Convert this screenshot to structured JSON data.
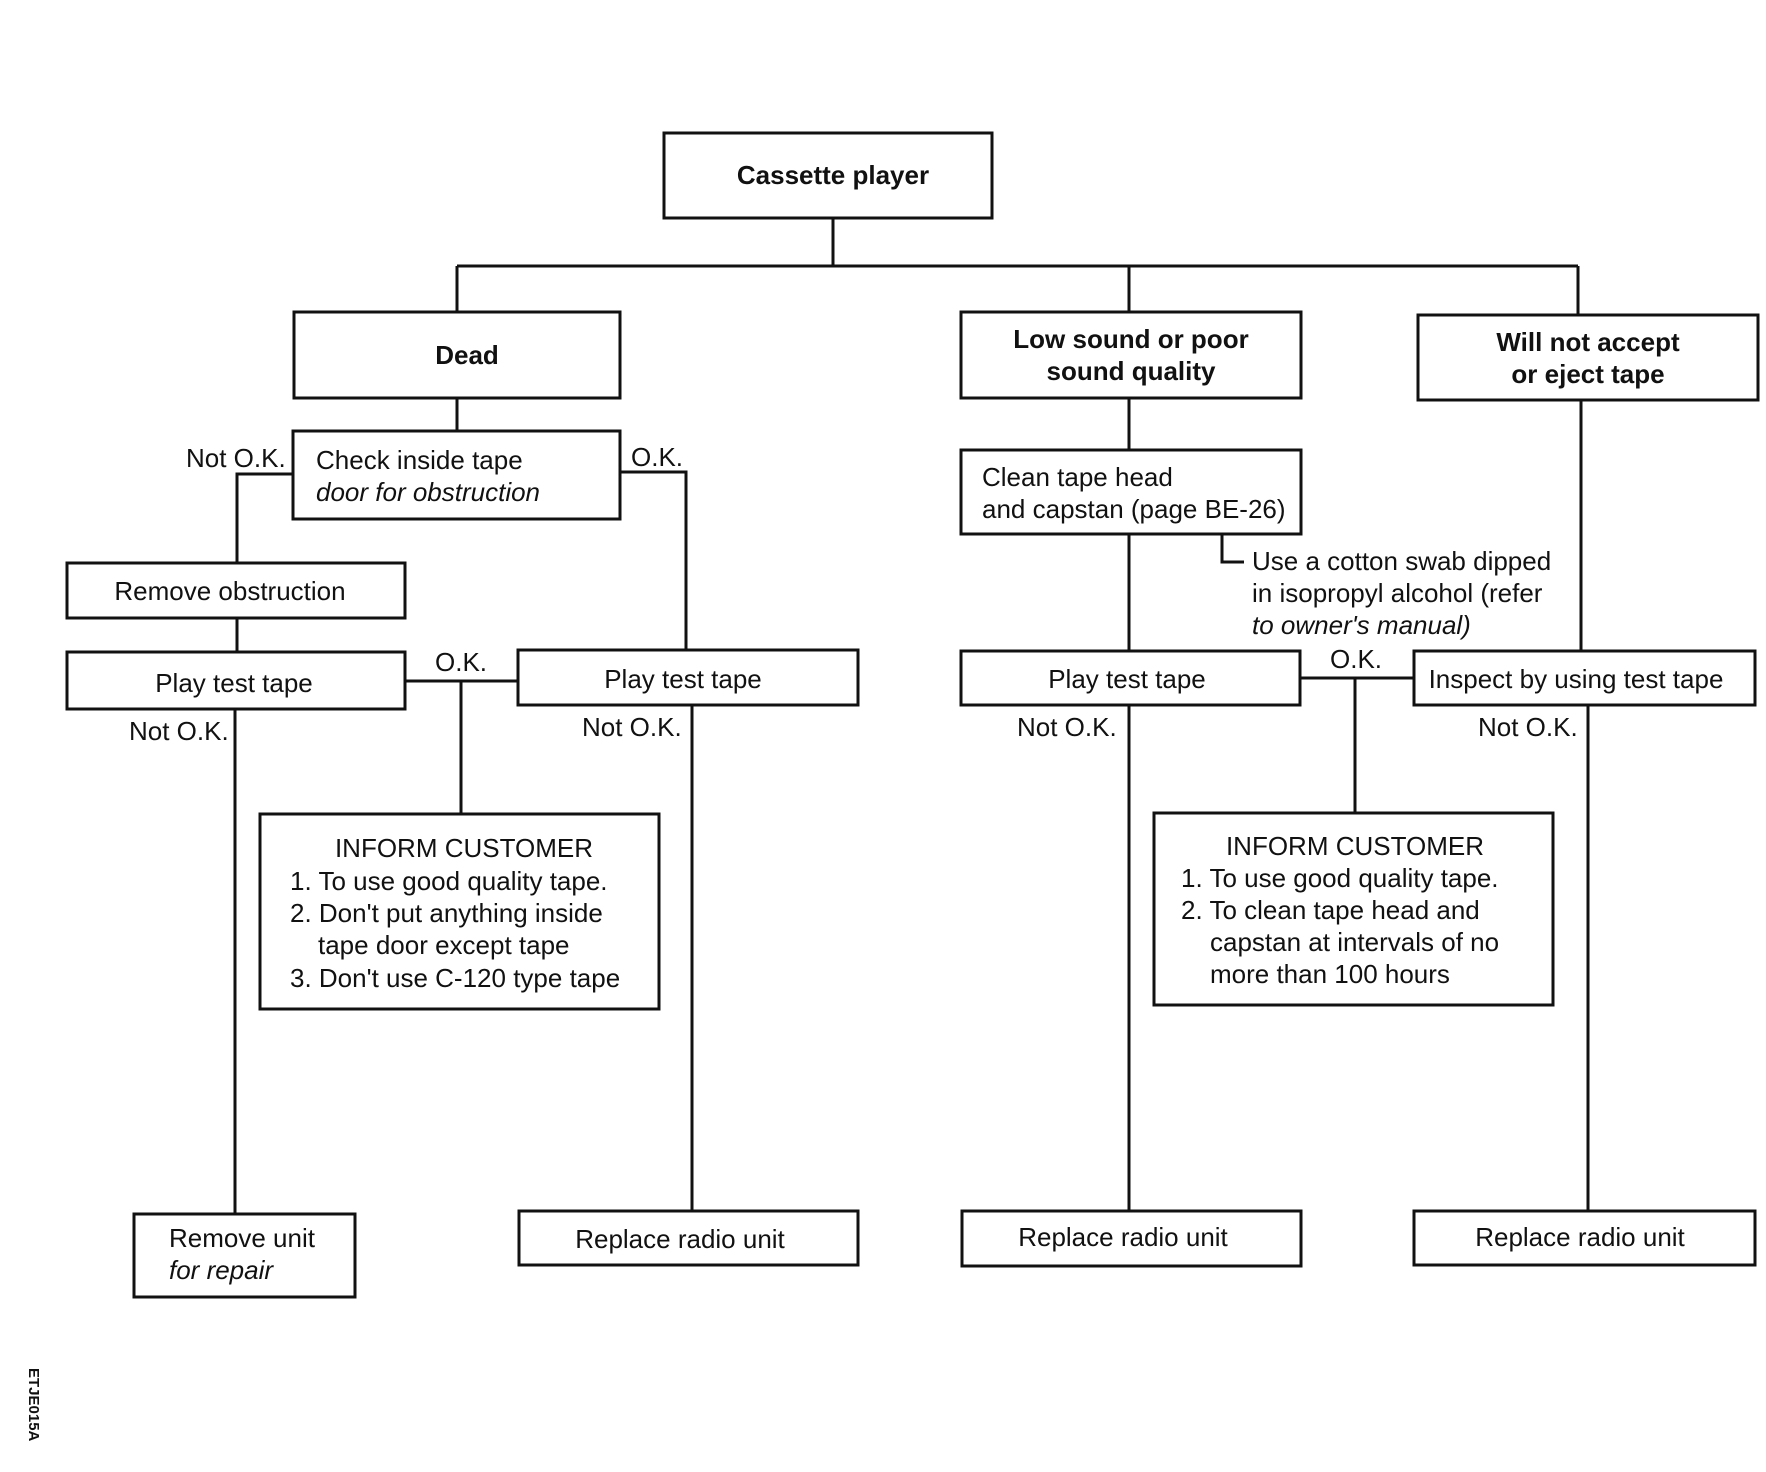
{
  "nodes": {
    "root": [
      "Cassette player"
    ],
    "dead": [
      "Dead"
    ],
    "low_sound": [
      "Low sound or poor",
      "sound quality"
    ],
    "will_not_accept": [
      "Will not accept",
      "or eject tape"
    ],
    "check_tape_door": [
      "Check inside tape",
      "door for obstruction"
    ],
    "remove_obstruction": [
      "Remove obstruction"
    ],
    "play_test_tape_1": [
      "Play test tape"
    ],
    "play_test_tape_2": [
      "Play test tape"
    ],
    "inform_customer_1": [
      "INFORM CUSTOMER",
      "1. To use good quality tape.",
      "2. Don't put anything inside",
      "tape door except tape",
      "3. Don't use C-120 type tape"
    ],
    "remove_unit": [
      "Remove unit",
      "for repair"
    ],
    "replace_radio_1": [
      "Replace radio unit"
    ],
    "clean_tape_head": [
      "Clean tape head",
      "and capstan (page BE-26)"
    ],
    "clean_note": [
      "Use a cotton swab dipped",
      "in isopropyl alcohol (refer",
      "to owner's manual)"
    ],
    "play_test_tape_3": [
      "Play test tape"
    ],
    "inspect_test_tape": [
      "Inspect by using test tape"
    ],
    "inform_customer_2": [
      "INFORM CUSTOMER",
      "1. To use good quality tape.",
      "2. To clean tape head and",
      "capstan at intervals of no",
      "more than 100 hours"
    ],
    "replace_radio_2": [
      "Replace radio unit"
    ],
    "replace_radio_3": [
      "Replace radio unit"
    ]
  },
  "edge_labels": {
    "check_not_ok": "Not O.K.",
    "check_ok": "O.K.",
    "play1_ok": "O.K.",
    "play1_not_ok": "Not O.K.",
    "play2_not_ok": "Not O.K.",
    "play3_ok": "O.K.",
    "play3_not_ok": "Not O.K.",
    "inspect_not_ok": "Not O.K."
  },
  "figure_code": "ETJE015A"
}
